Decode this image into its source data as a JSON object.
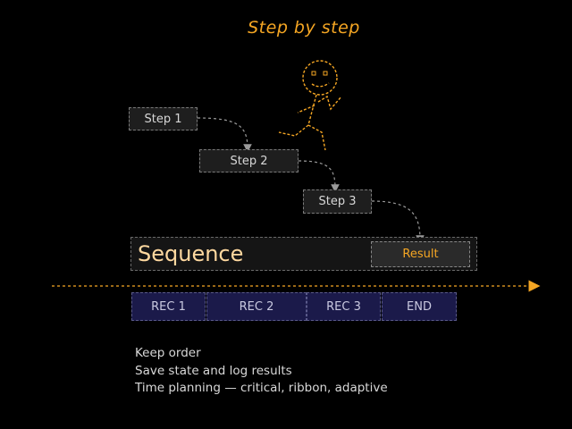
{
  "title": "Step by step",
  "steps": [
    {
      "label": "Step 1"
    },
    {
      "label": "Step 2"
    },
    {
      "label": "Step 3"
    }
  ],
  "sequence": {
    "label": "Sequence",
    "result_label": "Result"
  },
  "records": [
    {
      "label": "REC 1"
    },
    {
      "label": "REC 2"
    },
    {
      "label": "REC 3"
    },
    {
      "label": "END"
    }
  ],
  "notes": [
    "Keep order",
    "Save state and log results",
    "Time planning — critical, ribbon, adaptive"
  ],
  "colors": {
    "background": "#000000",
    "accent": "#f5a623",
    "record_fill": "#1b1a4a",
    "box_fill": "#1e1e1e"
  },
  "icons": [
    "stick-figure-icon",
    "timeline-arrow-icon"
  ]
}
